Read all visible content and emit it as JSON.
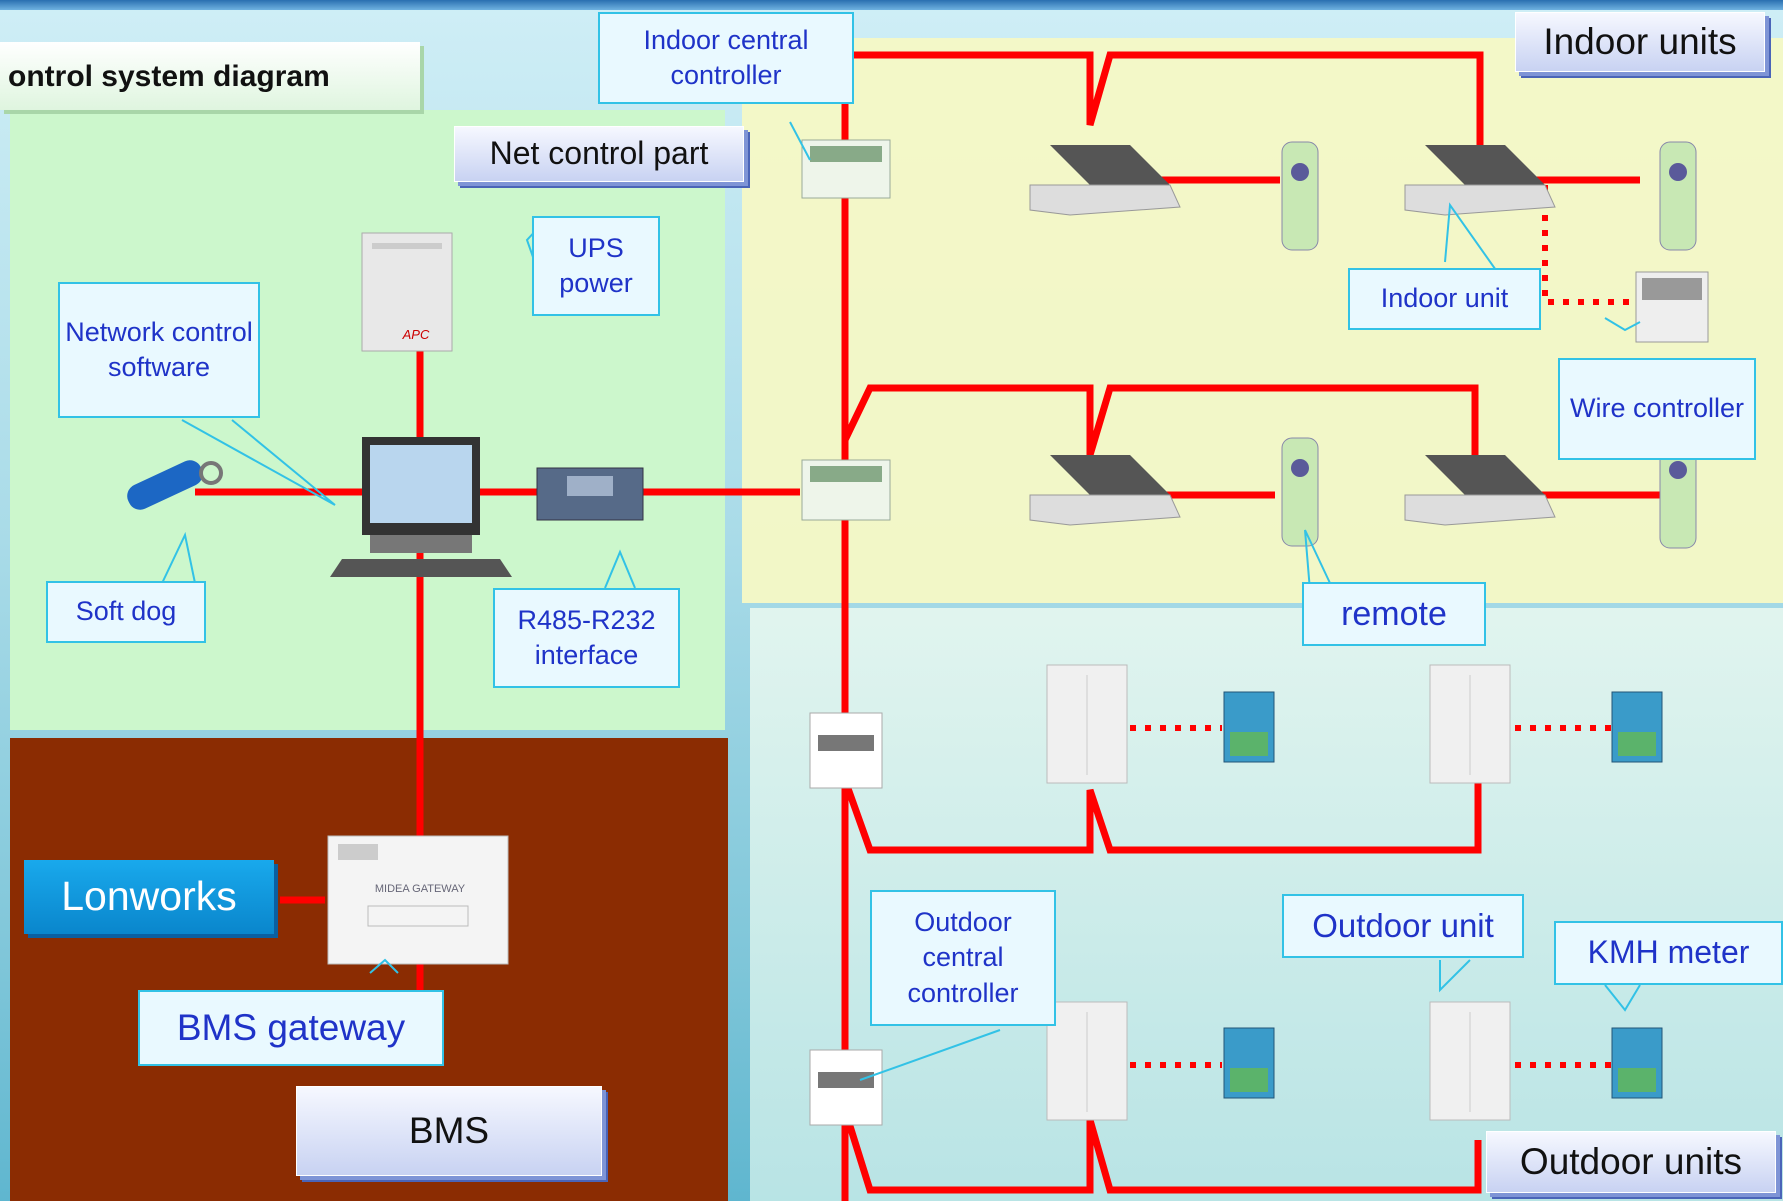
{
  "title": "ontrol system diagram",
  "sections": {
    "net": "Net control part",
    "indoor": "Indoor units",
    "outdoor": "Outdoor units",
    "bms": "BMS"
  },
  "labels": {
    "indoor_central": "Indoor central controller",
    "ups": "UPS power",
    "network_software": "Network control software",
    "soft_dog": "Soft dog",
    "interface": "R485-R232 interface",
    "indoor_unit": "Indoor unit",
    "wire_controller": "Wire controller",
    "remote": "remote",
    "lonworks": "Lonworks",
    "bms_gateway": "BMS gateway",
    "outdoor_central": "Outdoor central controller",
    "outdoor_unit": "Outdoor unit",
    "kmh_meter": "KMH meter"
  },
  "device_text": {
    "ups_brand": "APC",
    "gateway_name": "MIDEA GATEWAY"
  },
  "colors": {
    "wire": "#ff0000",
    "net_zone": "#ccf7cc",
    "indoor_zone": "#f5f8c6",
    "bms_zone": "#8b2c02"
  }
}
